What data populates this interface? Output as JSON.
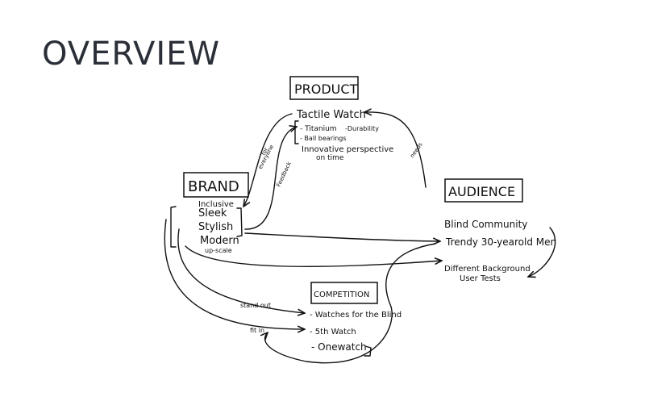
{
  "title": "OVERVIEW",
  "nodes": {
    "product": {
      "label": "PRODUCT",
      "items": [
        "Tactile Watch",
        "- Titanium",
        "-Durability",
        "- Ball bearings",
        "Innovative perspective",
        "on time"
      ]
    },
    "brand": {
      "label": "BRAND",
      "items": [
        "Inclusive",
        "Sleek",
        "Stylish",
        "Modern",
        "up-scale"
      ]
    },
    "audience": {
      "label": "AUDIENCE",
      "items": [
        "Blind Community",
        "Trendy 30-yearold Men",
        "Different Background",
        "User Tests"
      ]
    },
    "competition": {
      "label": "COMPETITION",
      "items": [
        "- Watches for the Blind",
        "- 5th Watch",
        "- Onewatch"
      ]
    }
  },
  "edge_labels": {
    "for_everyone": [
      "for",
      "everyone"
    ],
    "feedback": "Feedback",
    "needs": "needs",
    "stand_out": "stand out",
    "fit_in": "fit in"
  },
  "colors": {
    "ink": "#111111",
    "title": "#2b2f38"
  }
}
